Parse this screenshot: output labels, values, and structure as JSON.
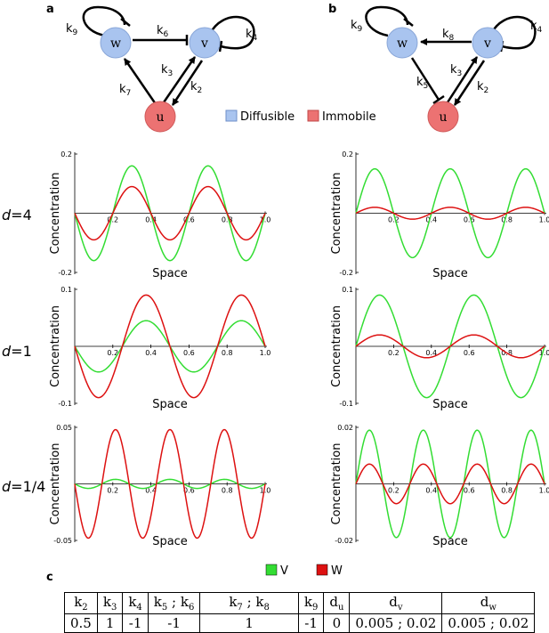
{
  "panels": {
    "a": "a",
    "b": "b",
    "c": "c"
  },
  "network_a": {
    "nodes": {
      "w": "w",
      "v": "v",
      "u": "u"
    },
    "edge_labels": [
      {
        "base": "k",
        "sub": "9"
      },
      {
        "base": "k",
        "sub": "6"
      },
      {
        "base": "k",
        "sub": "4"
      },
      {
        "base": "k",
        "sub": "3"
      },
      {
        "base": "k",
        "sub": "7"
      },
      {
        "base": "k",
        "sub": "2"
      }
    ]
  },
  "network_b": {
    "nodes": {
      "w": "w",
      "v": "v",
      "u": "u"
    },
    "edge_labels": [
      {
        "base": "k",
        "sub": "9"
      },
      {
        "base": "k",
        "sub": "8"
      },
      {
        "base": "k",
        "sub": "4"
      },
      {
        "base": "k",
        "sub": "3"
      },
      {
        "base": "k",
        "sub": "5"
      },
      {
        "base": "k",
        "sub": "2"
      }
    ]
  },
  "legend_nodes": [
    {
      "label": "Diffusible",
      "color": "#a9c4ef"
    },
    {
      "label": "Immobile",
      "color": "#ec7272"
    }
  ],
  "legend_series": [
    {
      "label": "V",
      "color": "#33dd33"
    },
    {
      "label": "W",
      "color": "#dd1111"
    }
  ],
  "row_labels": [
    {
      "prefix": "d",
      "value": "=4"
    },
    {
      "prefix": "d",
      "value": "=1"
    },
    {
      "prefix": "d",
      "value": "=1/4"
    }
  ],
  "axis_text": {
    "ylabel": "Concentration",
    "xlabel": "Space"
  },
  "chart_data": [
    {
      "type": "line",
      "panel": "a",
      "d": "4",
      "ylim": [
        -0.2,
        0.2
      ],
      "yticks": [
        "0.2",
        "-0.2"
      ],
      "xticks": [
        "0.2",
        "0.4",
        "0.6",
        "0.8",
        "1.0"
      ],
      "xlim": [
        0,
        1
      ],
      "series": [
        {
          "name": "V",
          "amplitude": 0.16,
          "wavenumber": 2.5,
          "sign": -1
        },
        {
          "name": "W",
          "amplitude": 0.09,
          "wavenumber": 2.5,
          "sign": -1
        }
      ]
    },
    {
      "type": "line",
      "panel": "b",
      "d": "4",
      "ylim": [
        -0.2,
        0.2
      ],
      "yticks": [
        "0.2",
        "-0.2"
      ],
      "xticks": [
        "0.2",
        "0.4",
        "0.6",
        "0.8",
        "1.0"
      ],
      "xlim": [
        0,
        1
      ],
      "series": [
        {
          "name": "V",
          "amplitude": 0.15,
          "wavenumber": 2.5,
          "sign": 1
        },
        {
          "name": "W",
          "amplitude": 0.02,
          "wavenumber": 2.5,
          "sign": 1
        }
      ]
    },
    {
      "type": "line",
      "panel": "a",
      "d": "1",
      "ylim": [
        -0.1,
        0.1
      ],
      "yticks": [
        "0.1",
        "-0.1"
      ],
      "xticks": [
        "0.2",
        "0.4",
        "0.6",
        "0.8",
        "1.0"
      ],
      "xlim": [
        0,
        1
      ],
      "series": [
        {
          "name": "V",
          "amplitude": 0.045,
          "wavenumber": 2,
          "sign": -1
        },
        {
          "name": "W",
          "amplitude": 0.09,
          "wavenumber": 2,
          "sign": -1
        }
      ]
    },
    {
      "type": "line",
      "panel": "b",
      "d": "1",
      "ylim": [
        -0.1,
        0.1
      ],
      "yticks": [
        "0.1",
        "-0.1"
      ],
      "xticks": [
        "0.2",
        "0.4",
        "0.6",
        "0.8",
        "1.0"
      ],
      "xlim": [
        0,
        1
      ],
      "series": [
        {
          "name": "V",
          "amplitude": 0.09,
          "wavenumber": 2,
          "sign": 1
        },
        {
          "name": "W",
          "amplitude": 0.02,
          "wavenumber": 2,
          "sign": 1
        }
      ]
    },
    {
      "type": "line",
      "panel": "a",
      "d": "1/4",
      "ylim": [
        -0.05,
        0.05
      ],
      "yticks": [
        "0.05",
        "-0.05"
      ],
      "xticks": [
        "0.2",
        "0.4",
        "0.6",
        "0.8",
        "1.0"
      ],
      "xlim": [
        0,
        1
      ],
      "series": [
        {
          "name": "V",
          "amplitude": 0.004,
          "wavenumber": 3.5,
          "sign": -1
        },
        {
          "name": "W",
          "amplitude": 0.048,
          "wavenumber": 3.5,
          "sign": -1
        }
      ]
    },
    {
      "type": "line",
      "panel": "b",
      "d": "1/4",
      "ylim": [
        -0.02,
        0.02
      ],
      "yticks": [
        "0.02",
        "-0.02"
      ],
      "xticks": [
        "0.2",
        "0.4",
        "0.6",
        "0.8",
        "1.0"
      ],
      "xlim": [
        0,
        1
      ],
      "series": [
        {
          "name": "V",
          "amplitude": 0.019,
          "wavenumber": 3.5,
          "sign": 1
        },
        {
          "name": "W",
          "amplitude": 0.007,
          "wavenumber": 3.5,
          "sign": 1
        }
      ]
    }
  ],
  "param_table": {
    "headers": [
      {
        "base": "k",
        "sub": "2"
      },
      {
        "base": "k",
        "sub": "3"
      },
      {
        "base": "k",
        "sub": "4"
      },
      {
        "base": "k",
        "sub": "5",
        "base2": " ; k",
        "sub2": "6"
      },
      {
        "base": "k",
        "sub": "7",
        "base2": " ; k",
        "sub2": "8"
      },
      {
        "base": "k",
        "sub": "9"
      },
      {
        "base": "d",
        "sub": "u"
      },
      {
        "base": "d",
        "sub": "v"
      },
      {
        "base": "d",
        "sub": "w"
      }
    ],
    "values": [
      "0.5",
      "1",
      "-1",
      "-1",
      "1",
      "-1",
      "0",
      "0.005 ; 0.02",
      "0.005 ; 0.02"
    ]
  }
}
